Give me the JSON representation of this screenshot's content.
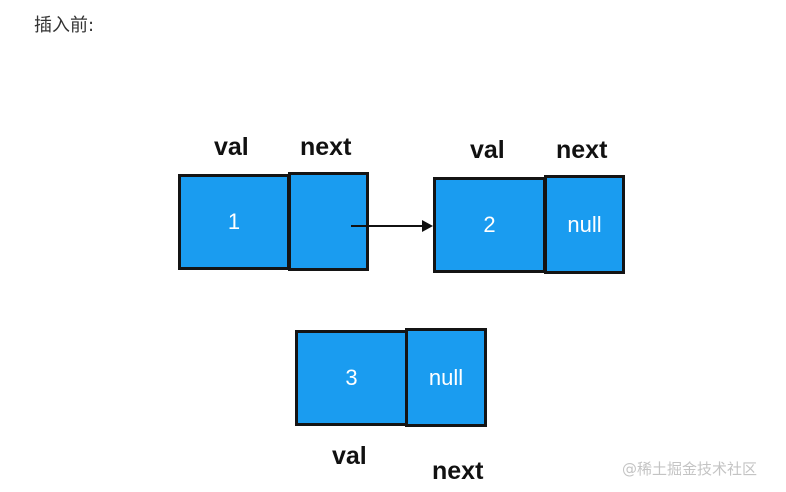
{
  "heading": "插入前:",
  "nodes": [
    {
      "value": "1",
      "next": "",
      "val_label": "val",
      "next_label": "next"
    },
    {
      "value": "2",
      "next": "null",
      "val_label": "val",
      "next_label": "next"
    },
    {
      "value": "3",
      "next": "null",
      "val_label": "val",
      "next_label": "next"
    }
  ],
  "colors": {
    "cell_fill": "#1a9cf0",
    "cell_border": "#141414",
    "cell_text": "#ffffff",
    "label_text": "#111111"
  },
  "watermark": "@稀土掘金技术社区"
}
